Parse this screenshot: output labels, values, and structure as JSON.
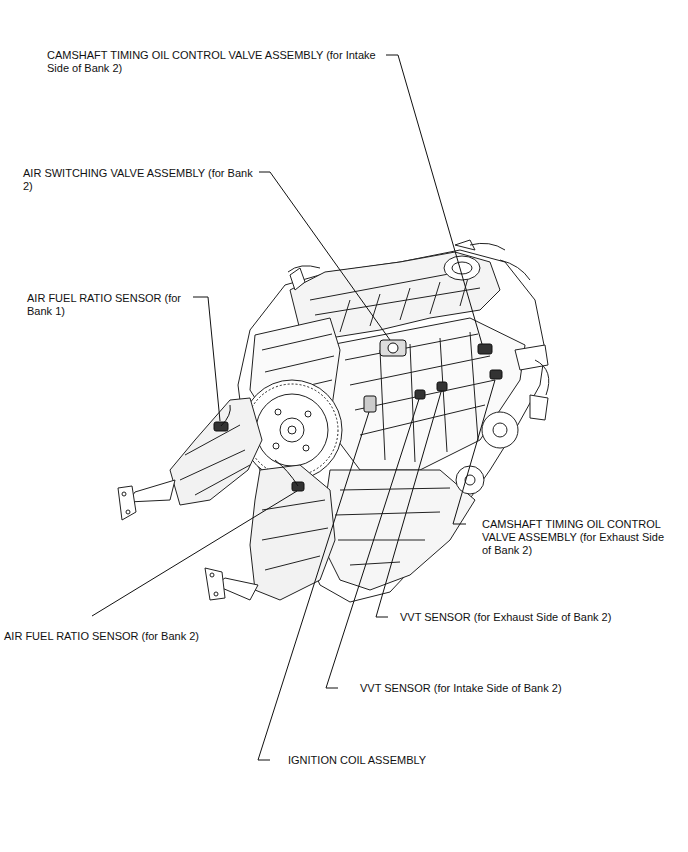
{
  "diagram": {
    "labels": [
      "CAMSHAFT TIMING OIL CONTROL VALVE ASSEMBLY (for Intake Side of Bank 2)",
      "AIR SWITCHING VALVE ASSEMBLY (for Bank 2)",
      "AIR FUEL RATIO SENSOR (for Bank 1)",
      "CAMSHAFT TIMING OIL CONTROL VALVE ASSEMBLY (for Exhaust Side of Bank 2)",
      "VVT SENSOR (for Exhaust Side of Bank 2)",
      "AIR FUEL RATIO SENSOR (for Bank 2)",
      "VVT SENSOR (for Intake Side of Bank 2)",
      "IGNITION COIL ASSEMBLY"
    ]
  }
}
